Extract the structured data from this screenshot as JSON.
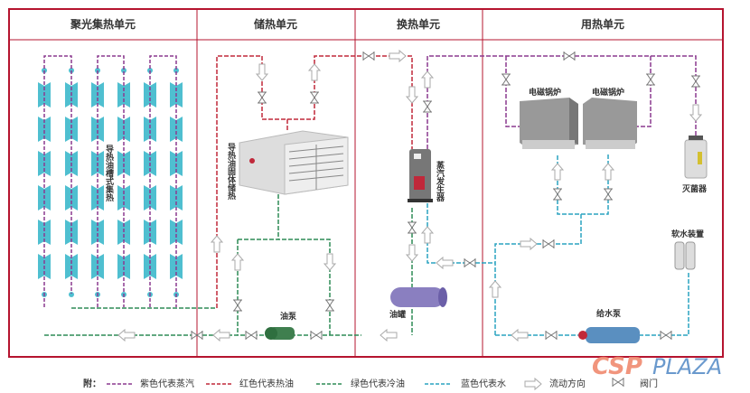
{
  "units": {
    "solar": "聚光集热单元",
    "storage": "储热单元",
    "exchange": "换热单元",
    "usage": "用热单元"
  },
  "labels": {
    "collector": "导热油槽式集热",
    "storage_block": "导热油固体储热",
    "steam_generator": "蒸汽发生器",
    "oil_pump": "油泵",
    "oil_tank": "油罐",
    "boiler_1": "电磁锅炉",
    "boiler_2": "电磁锅炉",
    "sterilizer": "灭菌器",
    "softener": "软水装置",
    "feed_pump": "给水泵"
  },
  "legend": {
    "prefix": "附：",
    "items": [
      {
        "label": "紫色代表蒸汽",
        "color": "#8b3a8f"
      },
      {
        "label": "红色代表热油",
        "color": "#c0283a"
      },
      {
        "label": "绿色代表冷油",
        "color": "#2e8b57"
      },
      {
        "label": "蓝色代表水",
        "color": "#2aa3c0"
      },
      {
        "label": "流动方向"
      },
      {
        "label": "阀门"
      }
    ]
  },
  "watermark": {
    "part1": "CSP",
    "part2": "PLAZA"
  },
  "colors": {
    "frame": "#b5142f",
    "steam": "#8b3a8f",
    "hot_oil": "#c0283a",
    "cold_oil": "#2e8b57",
    "water": "#2aa3c0",
    "collector": "#4fbfd0"
  }
}
